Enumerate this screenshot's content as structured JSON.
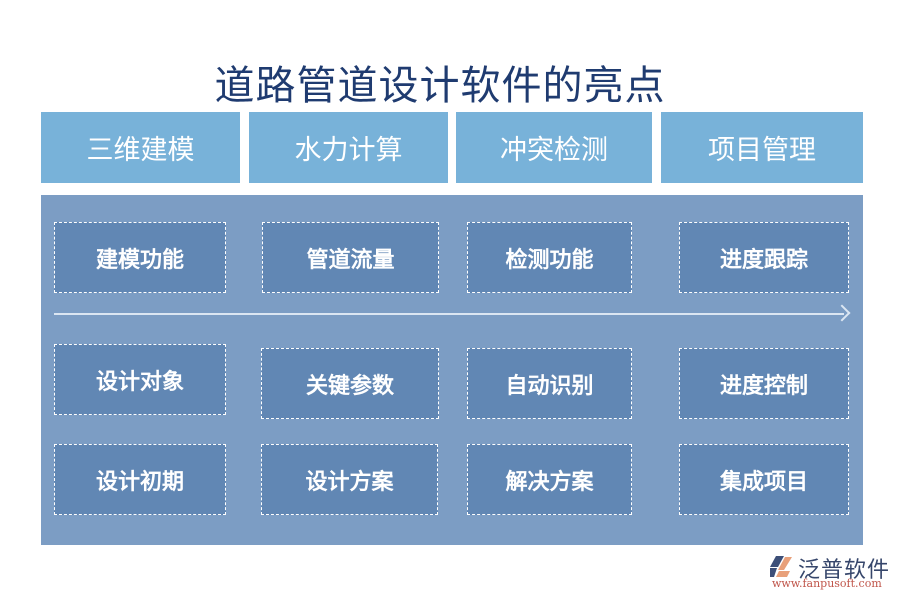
{
  "title": "道路管道设计软件的亮点",
  "columns": [
    {
      "header": "三维建模",
      "items": [
        "建模功能",
        "设计对象",
        "设计初期"
      ]
    },
    {
      "header": "水力计算",
      "items": [
        "管道流量",
        "关键参数",
        "设计方案"
      ]
    },
    {
      "header": "冲突检测",
      "items": [
        "检测功能",
        "自动识别",
        "解决方案"
      ]
    },
    {
      "header": "项目管理",
      "items": [
        "进度跟踪",
        "进度控制",
        "集成项目"
      ]
    }
  ],
  "logo": {
    "icon": "fanpu-logo-icon",
    "name": "泛普软件",
    "url": "www.fanpusoft.com"
  },
  "colors": {
    "title": "#1f3b70",
    "header_bg": "#78b2d9",
    "panel_bg": "#7c9dc4",
    "box_bg": "#6187b4",
    "box_border": "#ffffff"
  }
}
